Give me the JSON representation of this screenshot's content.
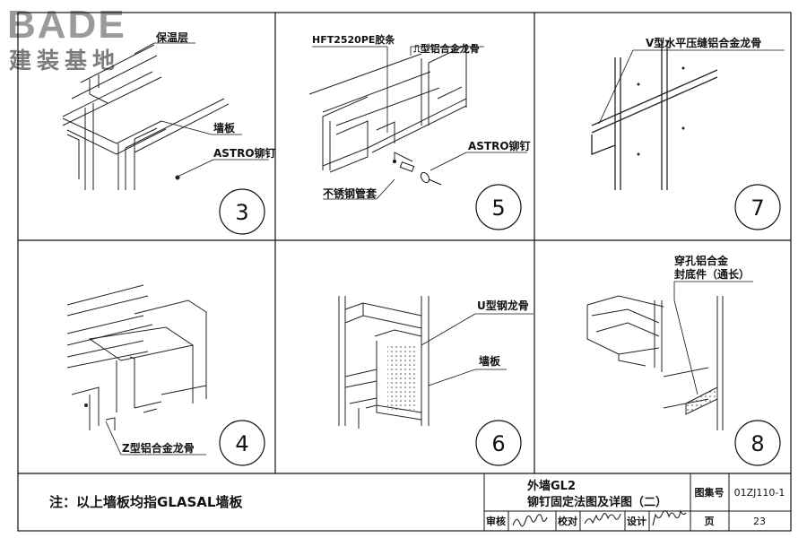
{
  "watermark": {
    "brand_latin": "BADE",
    "brand_cjk": "建装基地"
  },
  "panels": [
    {
      "number": "3",
      "labels": {
        "insulation": "保温层",
        "wall_panel": "墙板",
        "rivet": "ASTRO铆钉"
      }
    },
    {
      "number": "5",
      "labels": {
        "gasket": "HFT2520PE胶条",
        "keel": "⎍型铝合金龙骨",
        "rivet": "ASTRO铆钉",
        "sleeve": "不锈钢管套"
      }
    },
    {
      "number": "7",
      "labels": {
        "v_joint": "V型水平压缝铝合金龙骨"
      }
    },
    {
      "number": "4",
      "labels": {
        "z_keel": "Z型铝合金龙骨"
      }
    },
    {
      "number": "6",
      "labels": {
        "u_keel": "U型钢龙骨",
        "wall_panel": "墙板"
      }
    },
    {
      "number": "8",
      "labels": {
        "closure_line1": "穿孔铝合金",
        "closure_line2": "封底件（通长）"
      }
    }
  ],
  "note": "注：以上墙板均指GLASAL墙板",
  "title_block": {
    "title_line1": "外墙GL2",
    "title_line2": "铆钉固定法图及详图（二）",
    "atlas_label": "图集号",
    "atlas_value": "01ZJ110-1",
    "review_label": "审核",
    "check_label": "校对",
    "design_label": "设计",
    "page_label": "页",
    "page_value": "23"
  }
}
